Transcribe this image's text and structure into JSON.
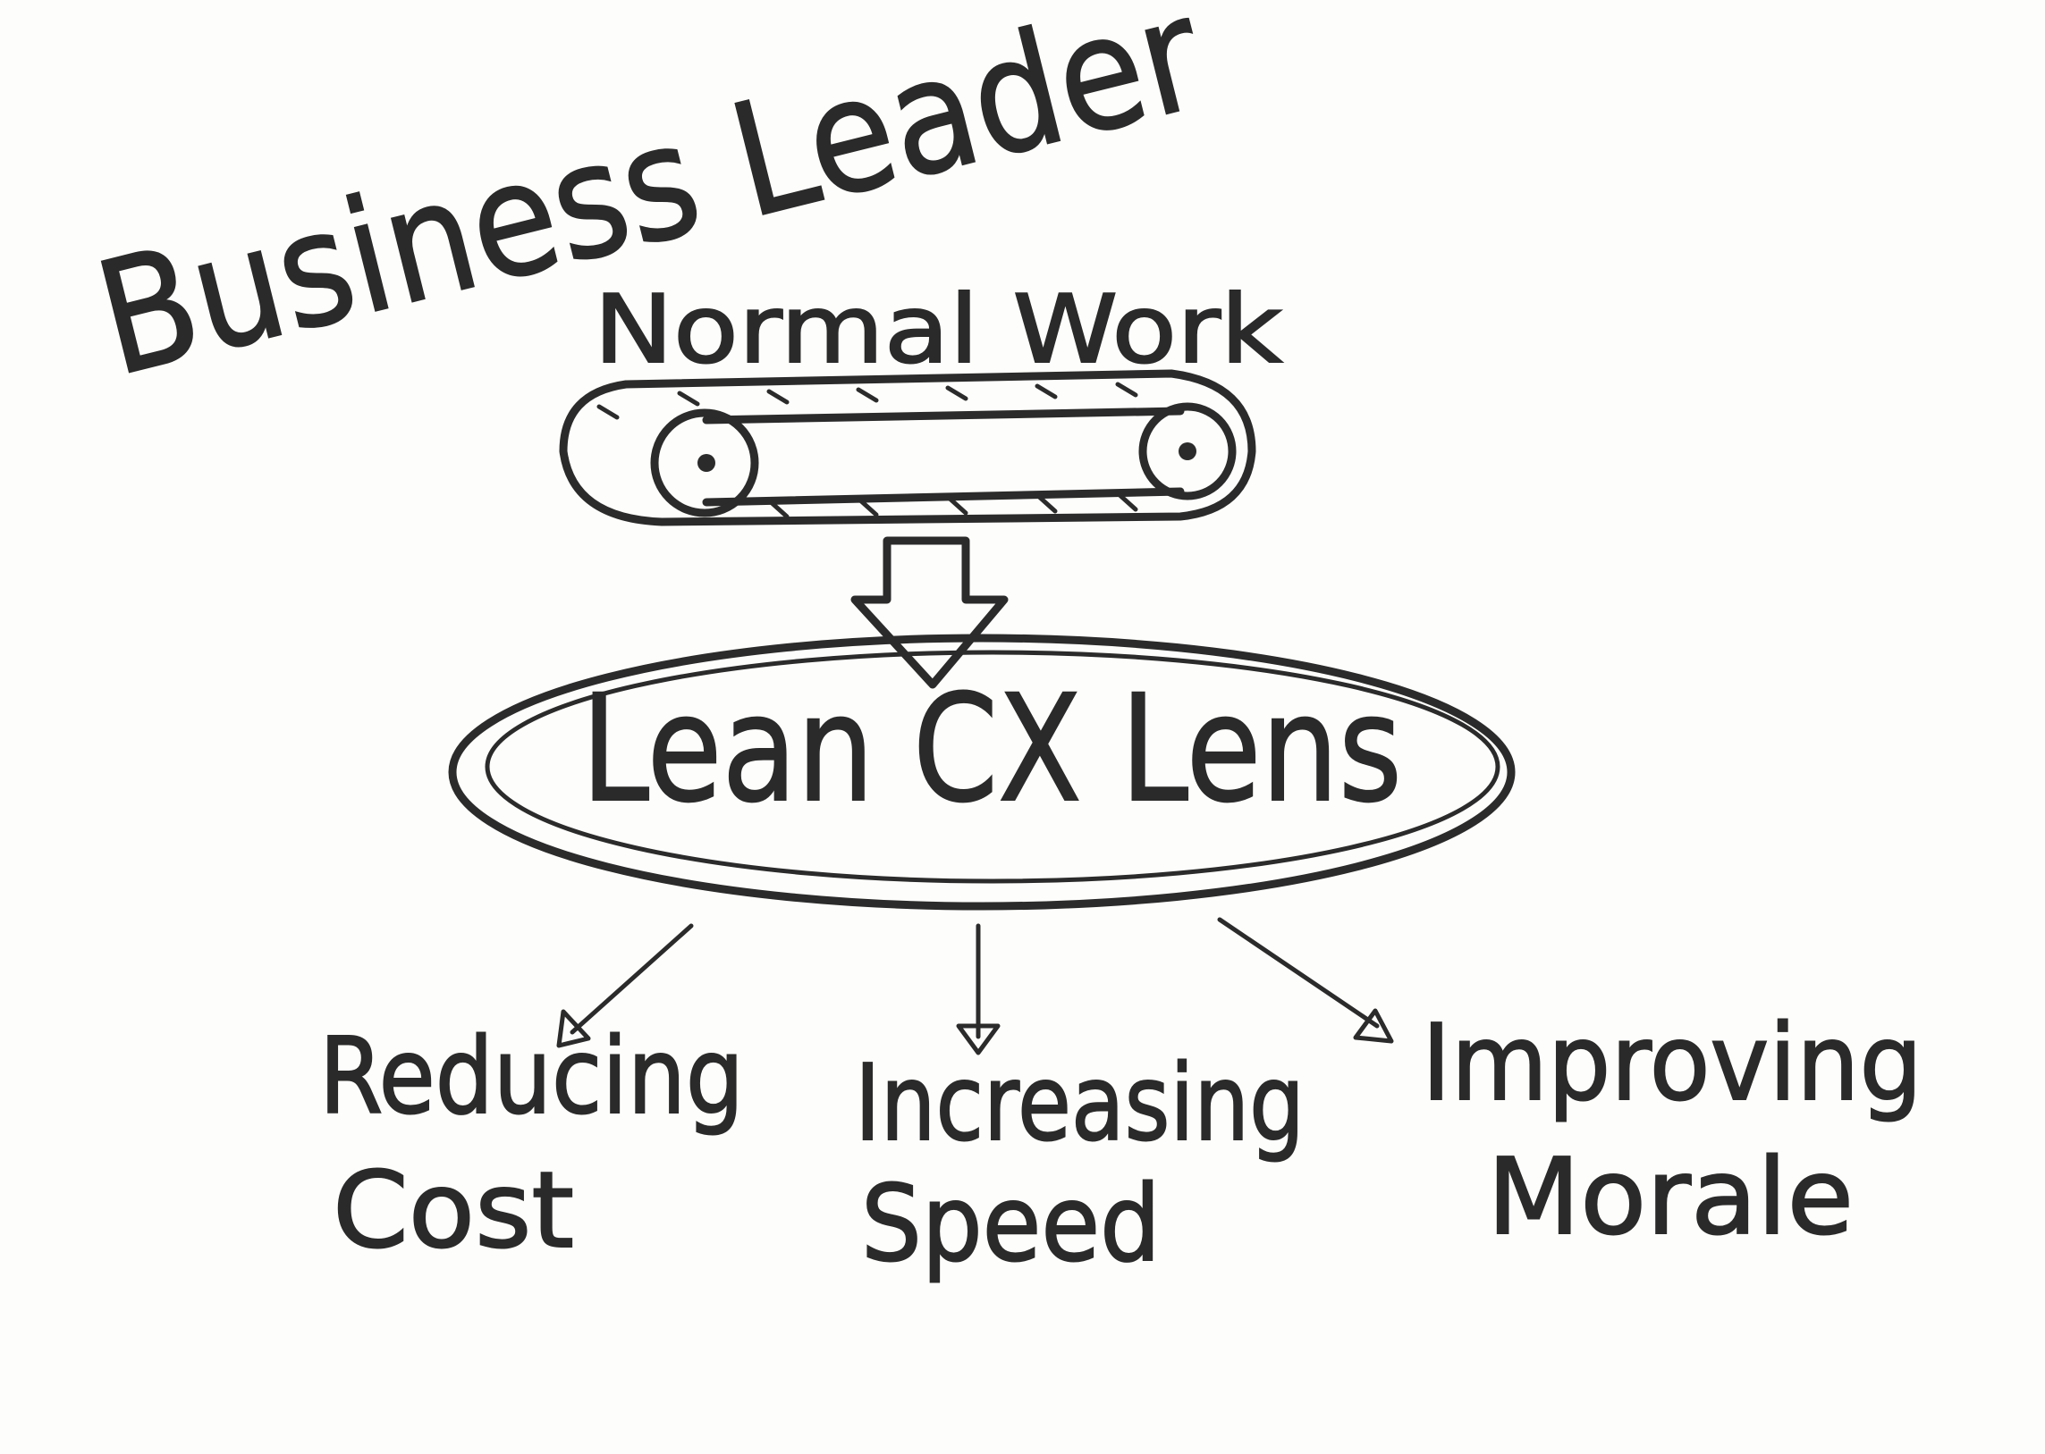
{
  "title": "Business Leader",
  "input": "Normal Work",
  "lens": "Lean CX Lens",
  "outcomes": [
    {
      "line1": "Reducing",
      "line2": "Cost"
    },
    {
      "line1": "Increasing",
      "line2": "Speed"
    },
    {
      "line1": "Improving",
      "line2": "Morale"
    }
  ],
  "colors": {
    "ink": "#2b2b2b",
    "paper": "#fdfdfb"
  }
}
